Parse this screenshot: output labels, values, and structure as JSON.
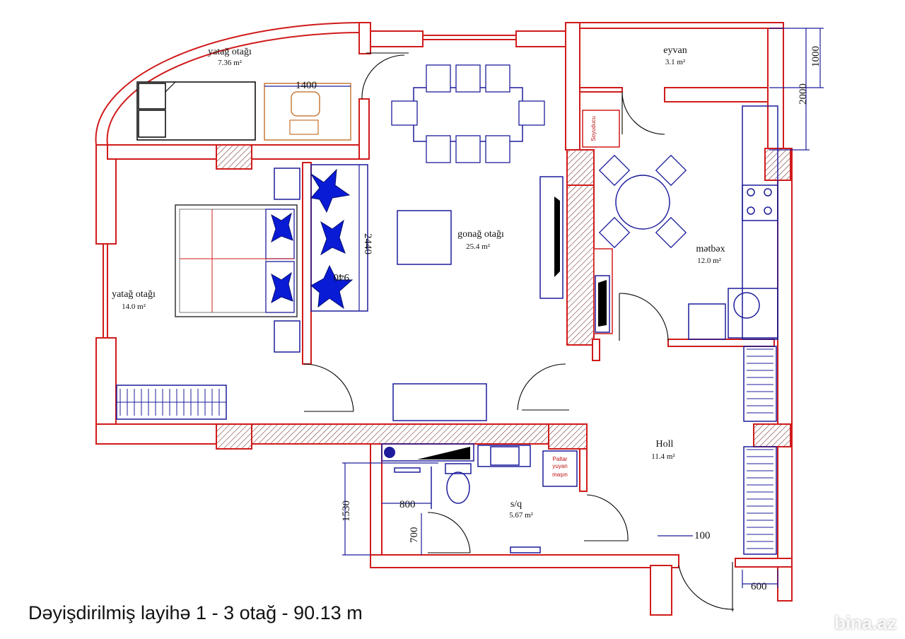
{
  "title": "Dəyişdirilmiş  layihə 1 - 3 otağ - 90.13 m",
  "watermark": "bina.az",
  "colors": {
    "wall": "#d01b1b",
    "furniture": "#1c1c9c",
    "pillow": "#0a1bd6",
    "desk": "#c0661a"
  },
  "rooms": {
    "bedroom_small": {
      "name": "yatağ otağı",
      "area": "7.36 m²"
    },
    "bedroom_large": {
      "name": "yatağ otağı",
      "area": "14.0 m²"
    },
    "living": {
      "name": "gonağ otağı",
      "area": "25.4 m²"
    },
    "balcony": {
      "name": "eyvan",
      "area": "3.1 m²"
    },
    "kitchen": {
      "name": "mətbəx",
      "area": "12.0 m²"
    },
    "hall": {
      "name": "Holl",
      "area": "11.4 m²"
    },
    "bathroom": {
      "name": "s/q",
      "area": "5.67 m²"
    }
  },
  "dimensions": {
    "desk_width": "1400",
    "sofa_length": "2440",
    "sofa_depth": "940",
    "balcony_1000": "1000",
    "balcony_2000": "2000",
    "bath_1530": "1530",
    "bath_800": "800",
    "bath_700": "700",
    "door_100": "100",
    "wardrobe_600": "600"
  },
  "labels": {
    "fridge": "Soyuducu",
    "washer_line1": "Paltar",
    "washer_line2": "yuyan",
    "washer_line3": "maşın"
  }
}
